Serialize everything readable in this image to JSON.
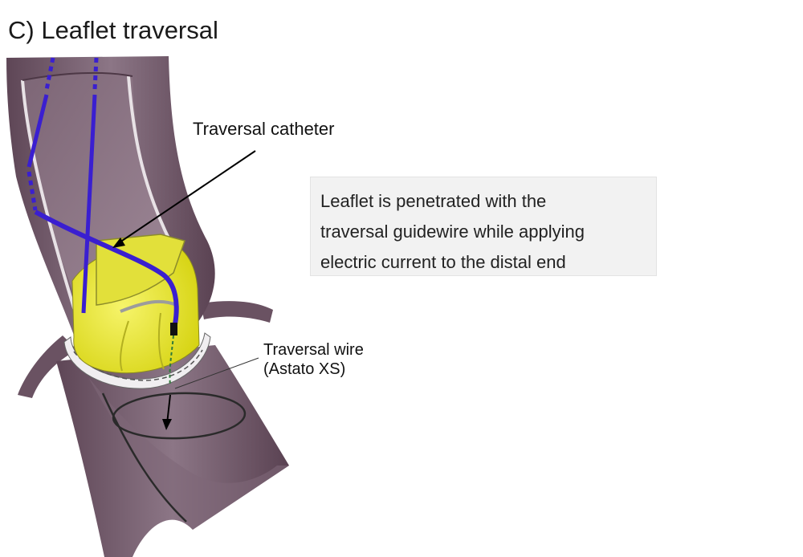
{
  "title": "C) Leaflet traversal",
  "labels": {
    "catheter": "Traversal catheter",
    "wire_line1": "Traversal wire",
    "wire_line2": "(Astato XS)"
  },
  "note": {
    "lines": [
      "Leaflet is penetrated with the",
      "traversal guidewire while applying",
      "electric current to the distal end"
    ]
  },
  "colors": {
    "vessel": "#6b5463",
    "vessel_inner": "#8a7583",
    "valve_yellow": "#e8e61a",
    "wire_purple": "#3a1fd0",
    "note_bg": "#f2f2f2"
  }
}
